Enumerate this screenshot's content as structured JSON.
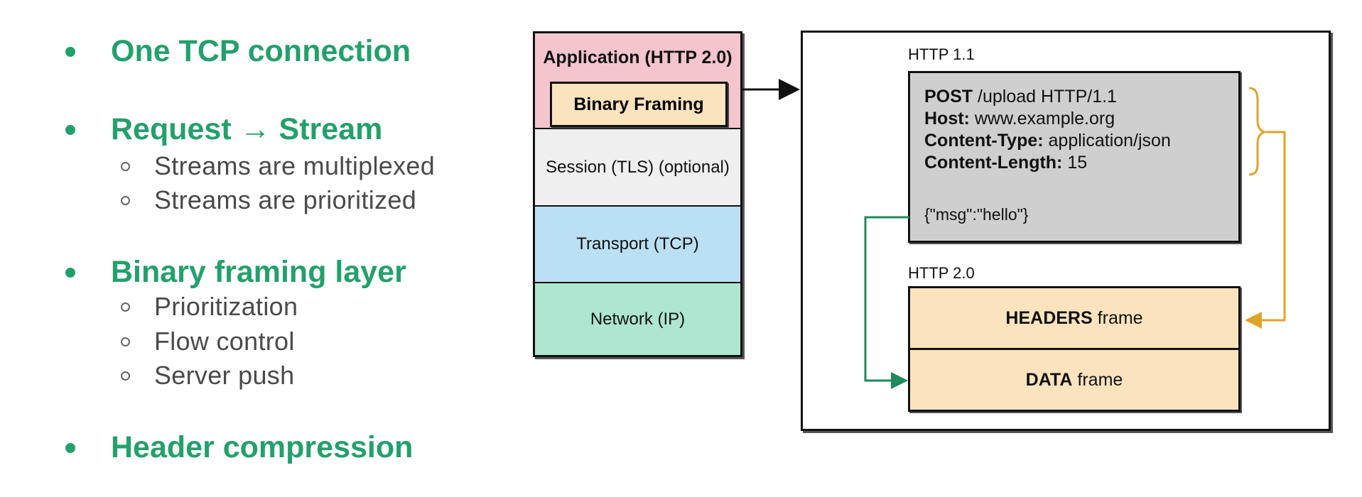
{
  "bullets": [
    {
      "label": "One TCP connection",
      "subitems": []
    },
    {
      "label": "Request → Stream",
      "subitems": [
        "Streams are multiplexed",
        "Streams are prioritized"
      ]
    },
    {
      "label": "Binary framing layer",
      "subitems": [
        "Prioritization",
        "Flow control",
        "Server push"
      ]
    },
    {
      "label": "Header compression",
      "subitems": []
    }
  ],
  "stack": {
    "application": "Application (HTTP 2.0)",
    "binary_framing": "Binary Framing",
    "session": "Session (TLS) (optional)",
    "transport": "Transport (TCP)",
    "network": "Network (IP)"
  },
  "panel": {
    "http11_caption": "HTTP 1.1",
    "http11_request": {
      "method_kw": "POST",
      "method_rest": " /upload HTTP/1.1",
      "host_kw": "Host:",
      "host_val": " www.example.org",
      "ctype_kw": "Content-Type:",
      "ctype_val": " application/json",
      "clen_kw": "Content-Length:",
      "clen_val": " 15",
      "body": "{\"msg\":\"hello\"}"
    },
    "http2_caption": "HTTP 2.0",
    "headers_frame": {
      "kw": "HEADERS",
      "rest": "frame"
    },
    "data_frame": {
      "kw": "DATA",
      "rest": "frame"
    }
  },
  "colors": {
    "bullet_green": "#23a06b",
    "application_layer": "#f4c5cc",
    "framing_fill": "#fbe3bd",
    "session_layer": "#efefef",
    "transport_layer": "#bbe0f4",
    "network_layer": "#aee6cf",
    "request_box": "#cfcfcf",
    "header_arrow": "#e0a32a",
    "body_arrow": "#1f8a5b"
  }
}
